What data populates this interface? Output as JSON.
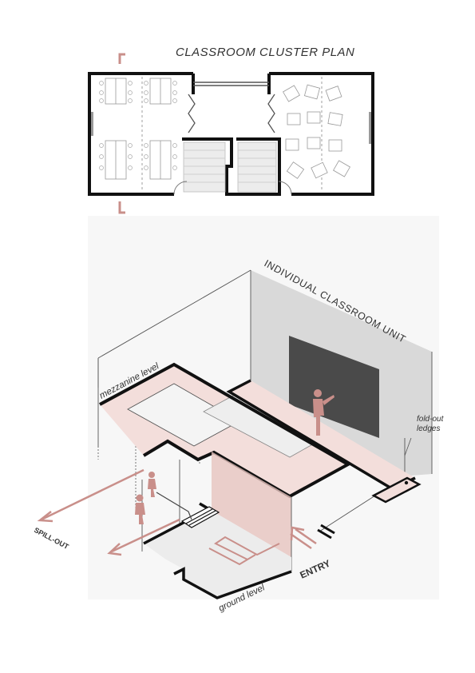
{
  "plan": {
    "title": "CLASSROOM CLUSTER PLAN"
  },
  "axo": {
    "unit_title": "INDIVIDUAL CLASSROOM UNIT",
    "mezzanine_label": "mezzanine level",
    "ground_label": "ground level",
    "ledges_label_1": "fold-out",
    "ledges_label_2": "ledges",
    "spill_label": "SPILL-OUT",
    "entry_label": "ENTRY"
  },
  "colors": {
    "accent": "#c98f8a",
    "accent_fill": "#f3dedb",
    "wall": "#111111",
    "board": "#4a4a4a",
    "backwall": "#d9d9d9"
  }
}
